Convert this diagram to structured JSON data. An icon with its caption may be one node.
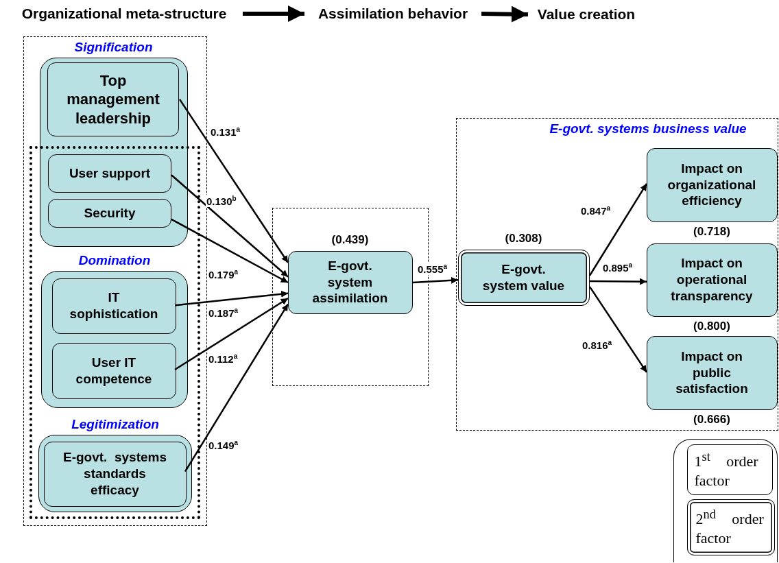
{
  "diagram": {
    "nodes": [
      {
        "text": [
          "Organizational meta-structure"
        ]
      },
      {
        "text": [
          "Assimilation behavior"
        ]
      },
      {
        "text": [
          "Value creation"
        ]
      },
      {
        "text": [],
        "shape": "box"
      },
      {
        "text": [
          "Signification"
        ],
        "in": 3
      },
      {
        "text": [
          "Top management leadership"
        ],
        "in": 4
      },
      {
        "text": [
          "User support"
        ]
      },
      {
        "text": [
          "Security"
        ]
      },
      {
        "text": [],
        "shape": "box",
        "in": 3
      },
      {
        "text": [
          "Domination"
        ],
        "in": 8
      },
      {
        "text": [
          "IT sophistication"
        ],
        "in": 9
      },
      {
        "text": [
          "User IT competence"
        ],
        "in": 9
      },
      {
        "text": [
          "Legitimization"
        ],
        "in": 8
      },
      {
        "text": [
          "E-govt.  systems standards efficacy"
        ],
        "in": 12
      },
      {
        "text": [],
        "shape": "box"
      },
      {
        "text": [
          "E-govt. system assimilation"
        ],
        "in": 14,
        "beside": [
          "(0.439)"
        ]
      },
      {
        "text": [
          "E-govt. systems business value"
        ]
      },
      {
        "text": [
          "E-govt. system value"
        ],
        "in": 16,
        "beside": [
          "(0.308)"
        ]
      },
      {
        "text": [
          "Impact on organizational efficiency"
        ],
        "in": 16,
        "beside": [
          "(0.718)"
        ]
      },
      {
        "text": [
          "Impact on operational transparency"
        ],
        "in": 16,
        "beside": [
          "(0.800)"
        ]
      },
      {
        "text": [
          "Impact on public satisfaction"
        ],
        "in": 16,
        "beside": [
          "(0.666)"
        ]
      },
      {
        "text": [],
        "shape": "box"
      },
      {
        "text": [
          "1$^{st}$ order factor"
        ],
        "in": 21
      },
      {
        "text": [
          "2$^{nd}$ order factor"
        ],
        "in": 21
      }
    ],
    "edges": [
      {
        "from": 0,
        "to": 1,
        "arrow": "to",
        "style": "thick"
      },
      {
        "from": 1,
        "to": 2,
        "arrow": "to",
        "style": "thick"
      },
      {
        "from": 5,
        "to": 15,
        "arrow": "to",
        "label": "0.131$^{a}$"
      },
      {
        "from": 6,
        "to": 15,
        "arrow": "to",
        "label": "0.130$^{b}$"
      },
      {
        "from": 7,
        "to": 15,
        "arrow": "to",
        "label": "0.179$^{a}$"
      },
      {
        "from": 10,
        "to": 15,
        "arrow": "to",
        "label": "0.187$^{a}$"
      },
      {
        "from": 11,
        "to": 15,
        "arrow": "to",
        "label": "0.112$^{a}$"
      },
      {
        "from": 13,
        "to": 15,
        "arrow": "to",
        "label": "0.149$^{a}$"
      },
      {
        "from": 15,
        "to": 17,
        "arrow": "to",
        "label": "0.555$^{a}$"
      },
      {
        "from": 17,
        "to": 18,
        "arrow": "to",
        "label": "0.847$^{a}$"
      },
      {
        "from": 17,
        "to": 19,
        "arrow": "to",
        "label": "0.895$^{a}$"
      },
      {
        "from": 17,
        "to": 20,
        "arrow": "to",
        "label": "0.816$^{a}$"
      }
    ]
  }
}
